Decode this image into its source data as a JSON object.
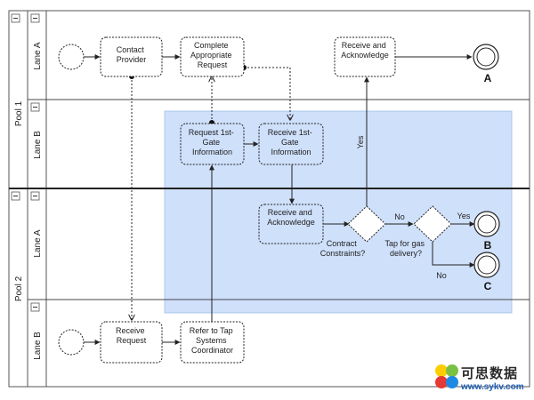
{
  "pools": [
    {
      "id": "pool1",
      "label": "Pool 1",
      "lanes": [
        {
          "id": "p1a",
          "label": "Lane A"
        },
        {
          "id": "p1b",
          "label": "Lane B"
        }
      ]
    },
    {
      "id": "pool2",
      "label": "Pool 2",
      "lanes": [
        {
          "id": "p2a",
          "label": "Lane A"
        },
        {
          "id": "p2b",
          "label": "Lane B"
        }
      ]
    }
  ],
  "collapse_glyph": "⊟",
  "highlight_color": "#cfe0fb",
  "tasks": [
    {
      "id": "contact",
      "lines": [
        "Contact",
        "Provider"
      ]
    },
    {
      "id": "complete",
      "lines": [
        "Complete",
        "Appropriate",
        "Request"
      ]
    },
    {
      "id": "recvack1",
      "lines": [
        "Receive and",
        "Acknowledge"
      ]
    },
    {
      "id": "req1st",
      "lines": [
        "Request 1st-",
        "Gate",
        "Information"
      ]
    },
    {
      "id": "recv1st",
      "lines": [
        "Receive 1st-",
        "Gate",
        "Information"
      ]
    },
    {
      "id": "recvack2",
      "lines": [
        "Receive and",
        "Acknowledge"
      ]
    },
    {
      "id": "recvreq",
      "lines": [
        "Receive",
        "Request"
      ]
    },
    {
      "id": "refer",
      "lines": [
        "Refer to Tap",
        "Systems",
        "Coordinator"
      ]
    }
  ],
  "end_events": [
    {
      "id": "endA",
      "label": "A"
    },
    {
      "id": "endB",
      "label": "B"
    },
    {
      "id": "endC",
      "label": "C"
    }
  ],
  "gateways": [
    {
      "id": "gw1",
      "lines": [
        "Contract",
        "Constraints?"
      ]
    },
    {
      "id": "gw2",
      "lines": [
        "Tap for gas",
        "delivery?"
      ]
    }
  ],
  "flow_labels": {
    "yes_up": "Yes",
    "no_right": "No",
    "yes_right": "Yes",
    "no_down": "No"
  },
  "watermark": {
    "title": "可思数据",
    "url": "www.sykv.com"
  }
}
